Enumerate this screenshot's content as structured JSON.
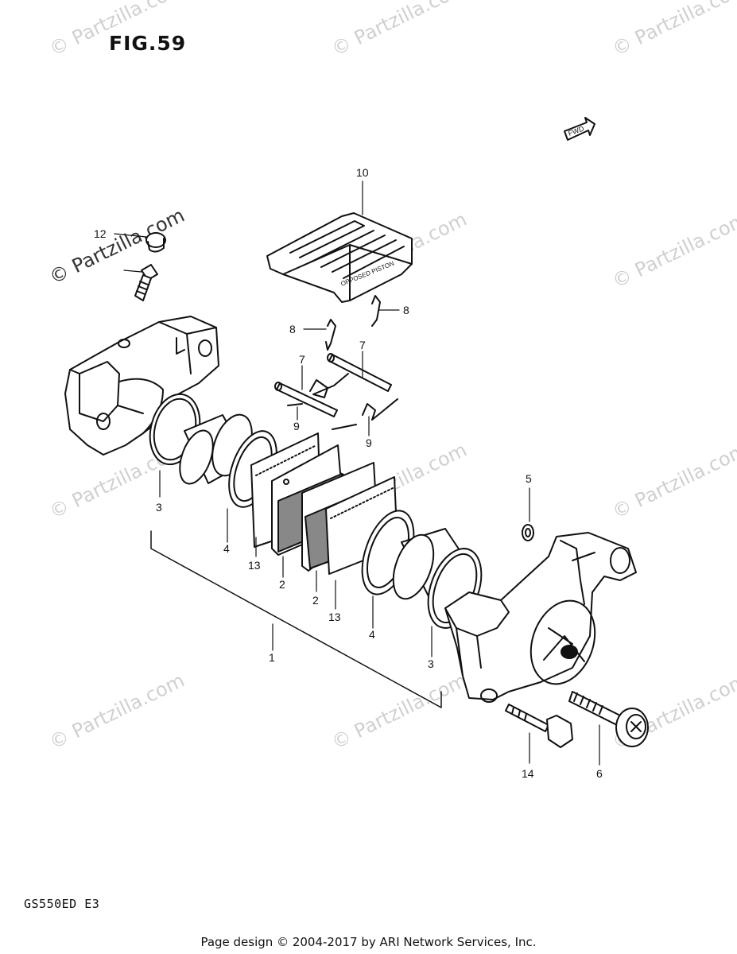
{
  "figure": {
    "title": "FIG.59",
    "model_code": "GS550ED  E3",
    "footer": "Page design © 2004-2017 by ARI Network Services, Inc."
  },
  "watermark": {
    "text": "© Partzilla.com",
    "dark_text": "© Partzilla.com"
  },
  "fwd_label": "FWD",
  "shim_text": "OPPOSED PISTON",
  "callouts": [
    {
      "num": "10"
    },
    {
      "num": "12"
    },
    {
      "num": "8"
    },
    {
      "num": "8"
    },
    {
      "num": "7"
    },
    {
      "num": "7"
    },
    {
      "num": "9"
    },
    {
      "num": "9"
    },
    {
      "num": "3"
    },
    {
      "num": "4"
    },
    {
      "num": "13"
    },
    {
      "num": "2"
    },
    {
      "num": "2"
    },
    {
      "num": "13"
    },
    {
      "num": "4"
    },
    {
      "num": "3"
    },
    {
      "num": "5"
    },
    {
      "num": "1"
    },
    {
      "num": "14"
    },
    {
      "num": "6"
    }
  ]
}
